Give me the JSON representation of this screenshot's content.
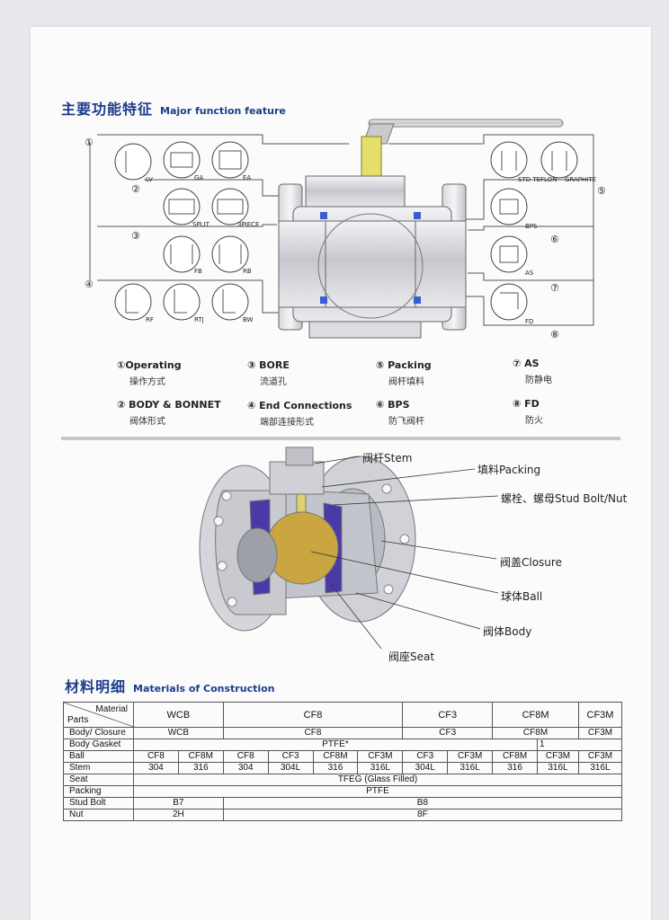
{
  "section1": {
    "title_cn": "主要功能特征",
    "title_en": "Major function feature"
  },
  "diagram_labels": {
    "n1": "①",
    "n2": "②",
    "n3": "③",
    "n4": "④",
    "n5": "⑤",
    "n6": "⑥",
    "n7": "⑦",
    "n8": "⑧",
    "lv": "LV",
    "ga": "GA",
    "ea": "EA",
    "split": "SPLIT",
    "spiece": "3PIECE",
    "fb": "FB",
    "rb": "RB",
    "rf": "RF",
    "rtj": "RTJ",
    "bw": "BW",
    "std_teflon": "STD TEFLON",
    "graphite": "GRAPHITE",
    "bps": "BPS",
    "as": "AS",
    "fd": "FD"
  },
  "features": [
    {
      "en": "①Operating",
      "cn": "操作方式"
    },
    {
      "en": "③ BORE",
      "cn": "流道孔"
    },
    {
      "en": "⑤ Packing",
      "cn": "阀杆填料"
    },
    {
      "en": "⑦ AS",
      "cn": "防静电"
    },
    {
      "en": "② BODY & BONNET",
      "cn": "阀体形式"
    },
    {
      "en": "④ End Connections",
      "cn": "端部连接形式"
    },
    {
      "en": "⑥ BPS",
      "cn": "防飞阀杆"
    },
    {
      "en": "⑧ FD",
      "cn": "防火"
    }
  ],
  "callouts": {
    "stem": "阀杆Stem",
    "packing": "填料Packing",
    "bolt": "螺栓、螺母Stud Bolt/Nut",
    "closure": "阀盖Closure",
    "ball": "球体Ball",
    "body": "阀体Body",
    "seat": "阀座Seat"
  },
  "section2": {
    "title_cn": "材料明细",
    "title_en": "Materials of Construction"
  },
  "table": {
    "corner_material": "Material",
    "corner_parts": "Parts",
    "header": [
      "WCB",
      "CF8",
      "CF3",
      "CF8M",
      "CF3M"
    ],
    "body_closure": {
      "label": "Body/ Closure",
      "values": [
        "WCB",
        "CF8",
        "CF3",
        "CF8M",
        "CF3M"
      ]
    },
    "body_gasket": {
      "label": "Body Gasket",
      "ptfe": "PTFE*",
      "one": "1"
    },
    "ball": {
      "label": "Ball",
      "values": [
        "CF8",
        "CF8M",
        "CF8",
        "CF3",
        "CF8M",
        "CF3M",
        "CF3",
        "CF3M",
        "CF8M",
        "CF3M",
        "CF3M"
      ]
    },
    "stem": {
      "label": "Stem",
      "values": [
        "304",
        "316",
        "304",
        "304L",
        "316",
        "316L",
        "304L",
        "316L",
        "316",
        "316L",
        "316L"
      ]
    },
    "seat": {
      "label": "Seat",
      "value": "TFEG (Glass Filled)"
    },
    "packing": {
      "label": "Packing",
      "value": "PTFE"
    },
    "stud_bolt": {
      "label": "Stud Bolt",
      "wcb": "B7",
      "rest": "B8"
    },
    "nut": {
      "label": "Nut",
      "wcb": "2H",
      "rest": "8F"
    }
  },
  "colors": {
    "accent_blue": "#1c3c8c",
    "brass": "#c9a640",
    "lining": "#4a3aa8",
    "ptfe_blue": "#3b5bd1",
    "steel": "#c7c9cf"
  }
}
